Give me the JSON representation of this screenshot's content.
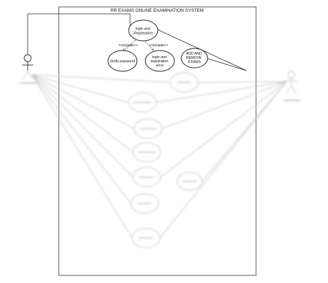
{
  "system": {
    "title": "RR EXAMS ONLINE  EXAMINATION  SYSTEM"
  },
  "use_cases": [
    {
      "id": "login",
      "lines": [
        "login and",
        "Registration"
      ]
    },
    {
      "id": "verify",
      "lines": [
        "Verify password"
      ]
    },
    {
      "id": "error",
      "lines": [
        "login and",
        "registration",
        "error"
      ]
    },
    {
      "id": "exams",
      "lines": [
        "ADD AND",
        "REMOVE",
        "EXAMS"
      ]
    }
  ],
  "relations": {
    "include_left": "<<include>>",
    "include_right": "<<include>>"
  },
  "colors": {
    "stroke": "#222222",
    "frame": "#555555",
    "blurred_stroke": "#c8c8c8"
  }
}
